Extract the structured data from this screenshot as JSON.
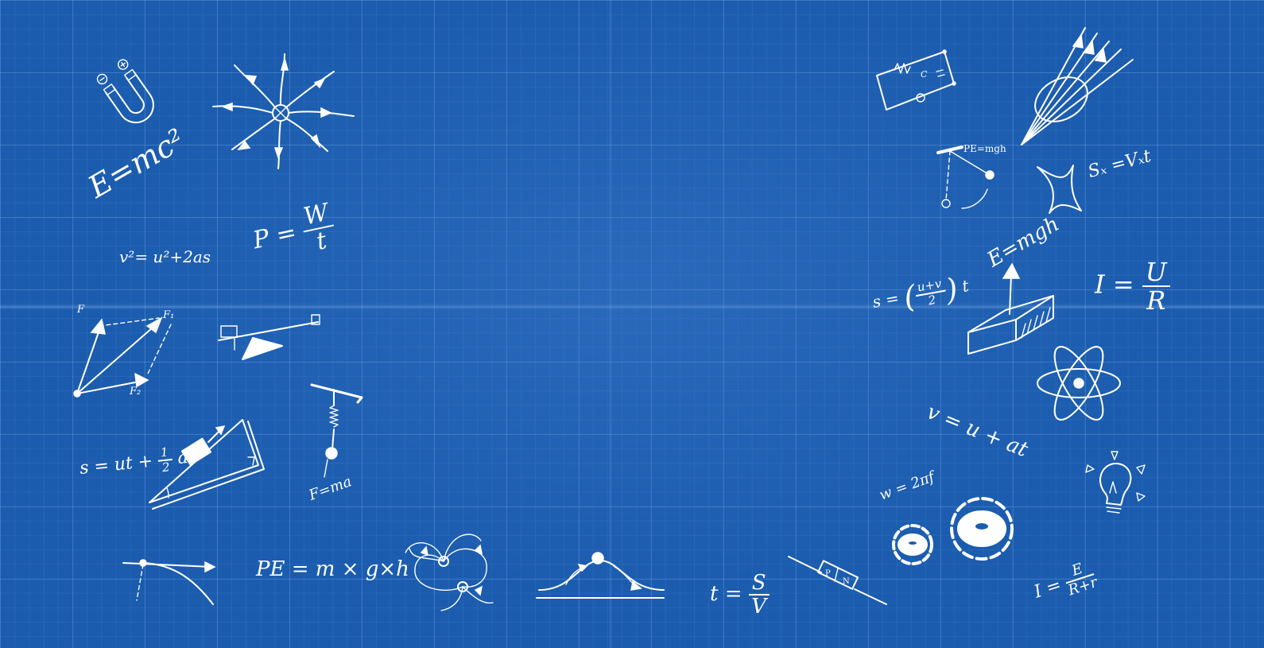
{
  "formulas": {
    "e_mc2": "E=mc²",
    "power": {
      "lhs": "P =",
      "num": "W",
      "den": "t"
    },
    "v_squared": "v²= u²+2as",
    "displacement": {
      "lhs": "s = ut +",
      "num": "1",
      "den": "2",
      "rhs": "at²"
    },
    "force": "F=ma",
    "potential_energy": "PE = m × g×h",
    "time": {
      "lhs": "t =",
      "num": "S",
      "den": "V"
    },
    "pendulum_label": "PE=mgh",
    "sx": "Sₓ =Vₓt",
    "capacitor_label": "C",
    "e_mgh": "E=mgh",
    "ohms_law": {
      "lhs": "I =",
      "num": "U",
      "den": "R"
    },
    "avg_velocity": {
      "lhs": "s =",
      "num": "u+v",
      "den": "2",
      "rhs": "t"
    },
    "velocity": "v = u + at",
    "angular": "w = 2πf",
    "current": {
      "lhs": "I =",
      "num": "E",
      "den": "R+r"
    },
    "diode_p": "P",
    "diode_n": "N"
  },
  "vector_labels": {
    "f": "F",
    "f1": "F₁",
    "f2": "F₂"
  }
}
